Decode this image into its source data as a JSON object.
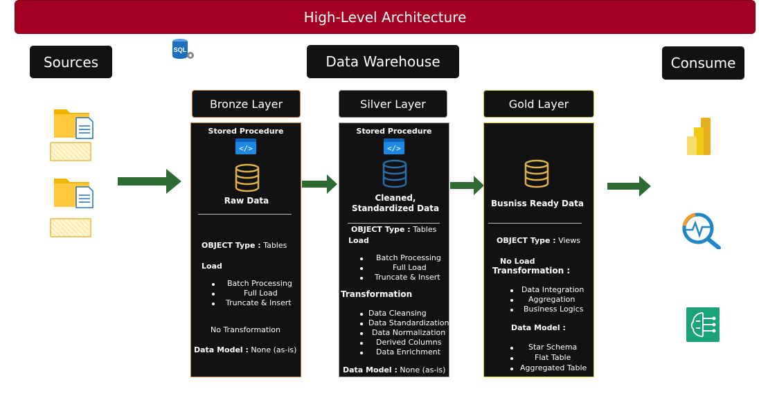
{
  "title": "High-Level Architecture",
  "headers": {
    "sources": "Sources",
    "warehouse": "Data Warehouse",
    "consume": "Consume"
  },
  "sql_icon_label": "SQL",
  "bronze": {
    "header": "Bronze Layer",
    "stored_procedure": "Stored Procedure",
    "code_glyph": "</>",
    "data_label": "Raw Data",
    "object_type_label": "OBJECT Type :",
    "object_type_value": "Tables",
    "load_label": "Load",
    "load_items": [
      "Batch Processing",
      "Full Load",
      "Truncate & Insert"
    ],
    "transformation": "No Transformation",
    "data_model_label": "Data Model :",
    "data_model_value": "None (as-is)"
  },
  "silver": {
    "header": "Silver Layer",
    "stored_procedure": "Stored Procedure",
    "code_glyph": "</>",
    "data_label_1": "Cleaned,",
    "data_label_2": "Standardized Data",
    "object_type_label": "OBJECT Type :",
    "object_type_value": "Tables",
    "load_label": "Load",
    "load_items": [
      "Batch Processing",
      "Full Load",
      "Truncate & Insert"
    ],
    "transformation_label": "Transformation",
    "transformation_items": [
      "Data Cleansing",
      "Data Standardization",
      "Data Normalization",
      "Derived Columns",
      "Data Enrichment"
    ],
    "data_model_label": "Data Model :",
    "data_model_value": "None (as-is)"
  },
  "gold": {
    "header": "Gold Layer",
    "data_label": "Busniss Ready Data",
    "object_type_label": "OBJECT Type :",
    "object_type_value": "Views",
    "no_load": "No Load",
    "transformation_label": "Transformation :",
    "transformation_items": [
      "Data Integration",
      "Aggregation",
      "Business Logics"
    ],
    "data_model_label": "Data Model :",
    "data_model_items": [
      "Star Schema",
      "Flat Table",
      "Aggregated Table"
    ]
  },
  "colors": {
    "title_bar": "#a50021",
    "panel": "#121212",
    "arrow": "#2e6b32",
    "bronze_border": "#c8793a",
    "gold_border": "#d8d030",
    "database_gold": "#e0b44c",
    "database_blue": "#2c6fa8"
  },
  "icons": {
    "sources": [
      "folder-file-icon",
      "folder-file-icon"
    ],
    "consume": [
      "power-bi-icon",
      "analytics-icon",
      "ai-brain-icon"
    ],
    "sql": "sql-database-icon"
  }
}
